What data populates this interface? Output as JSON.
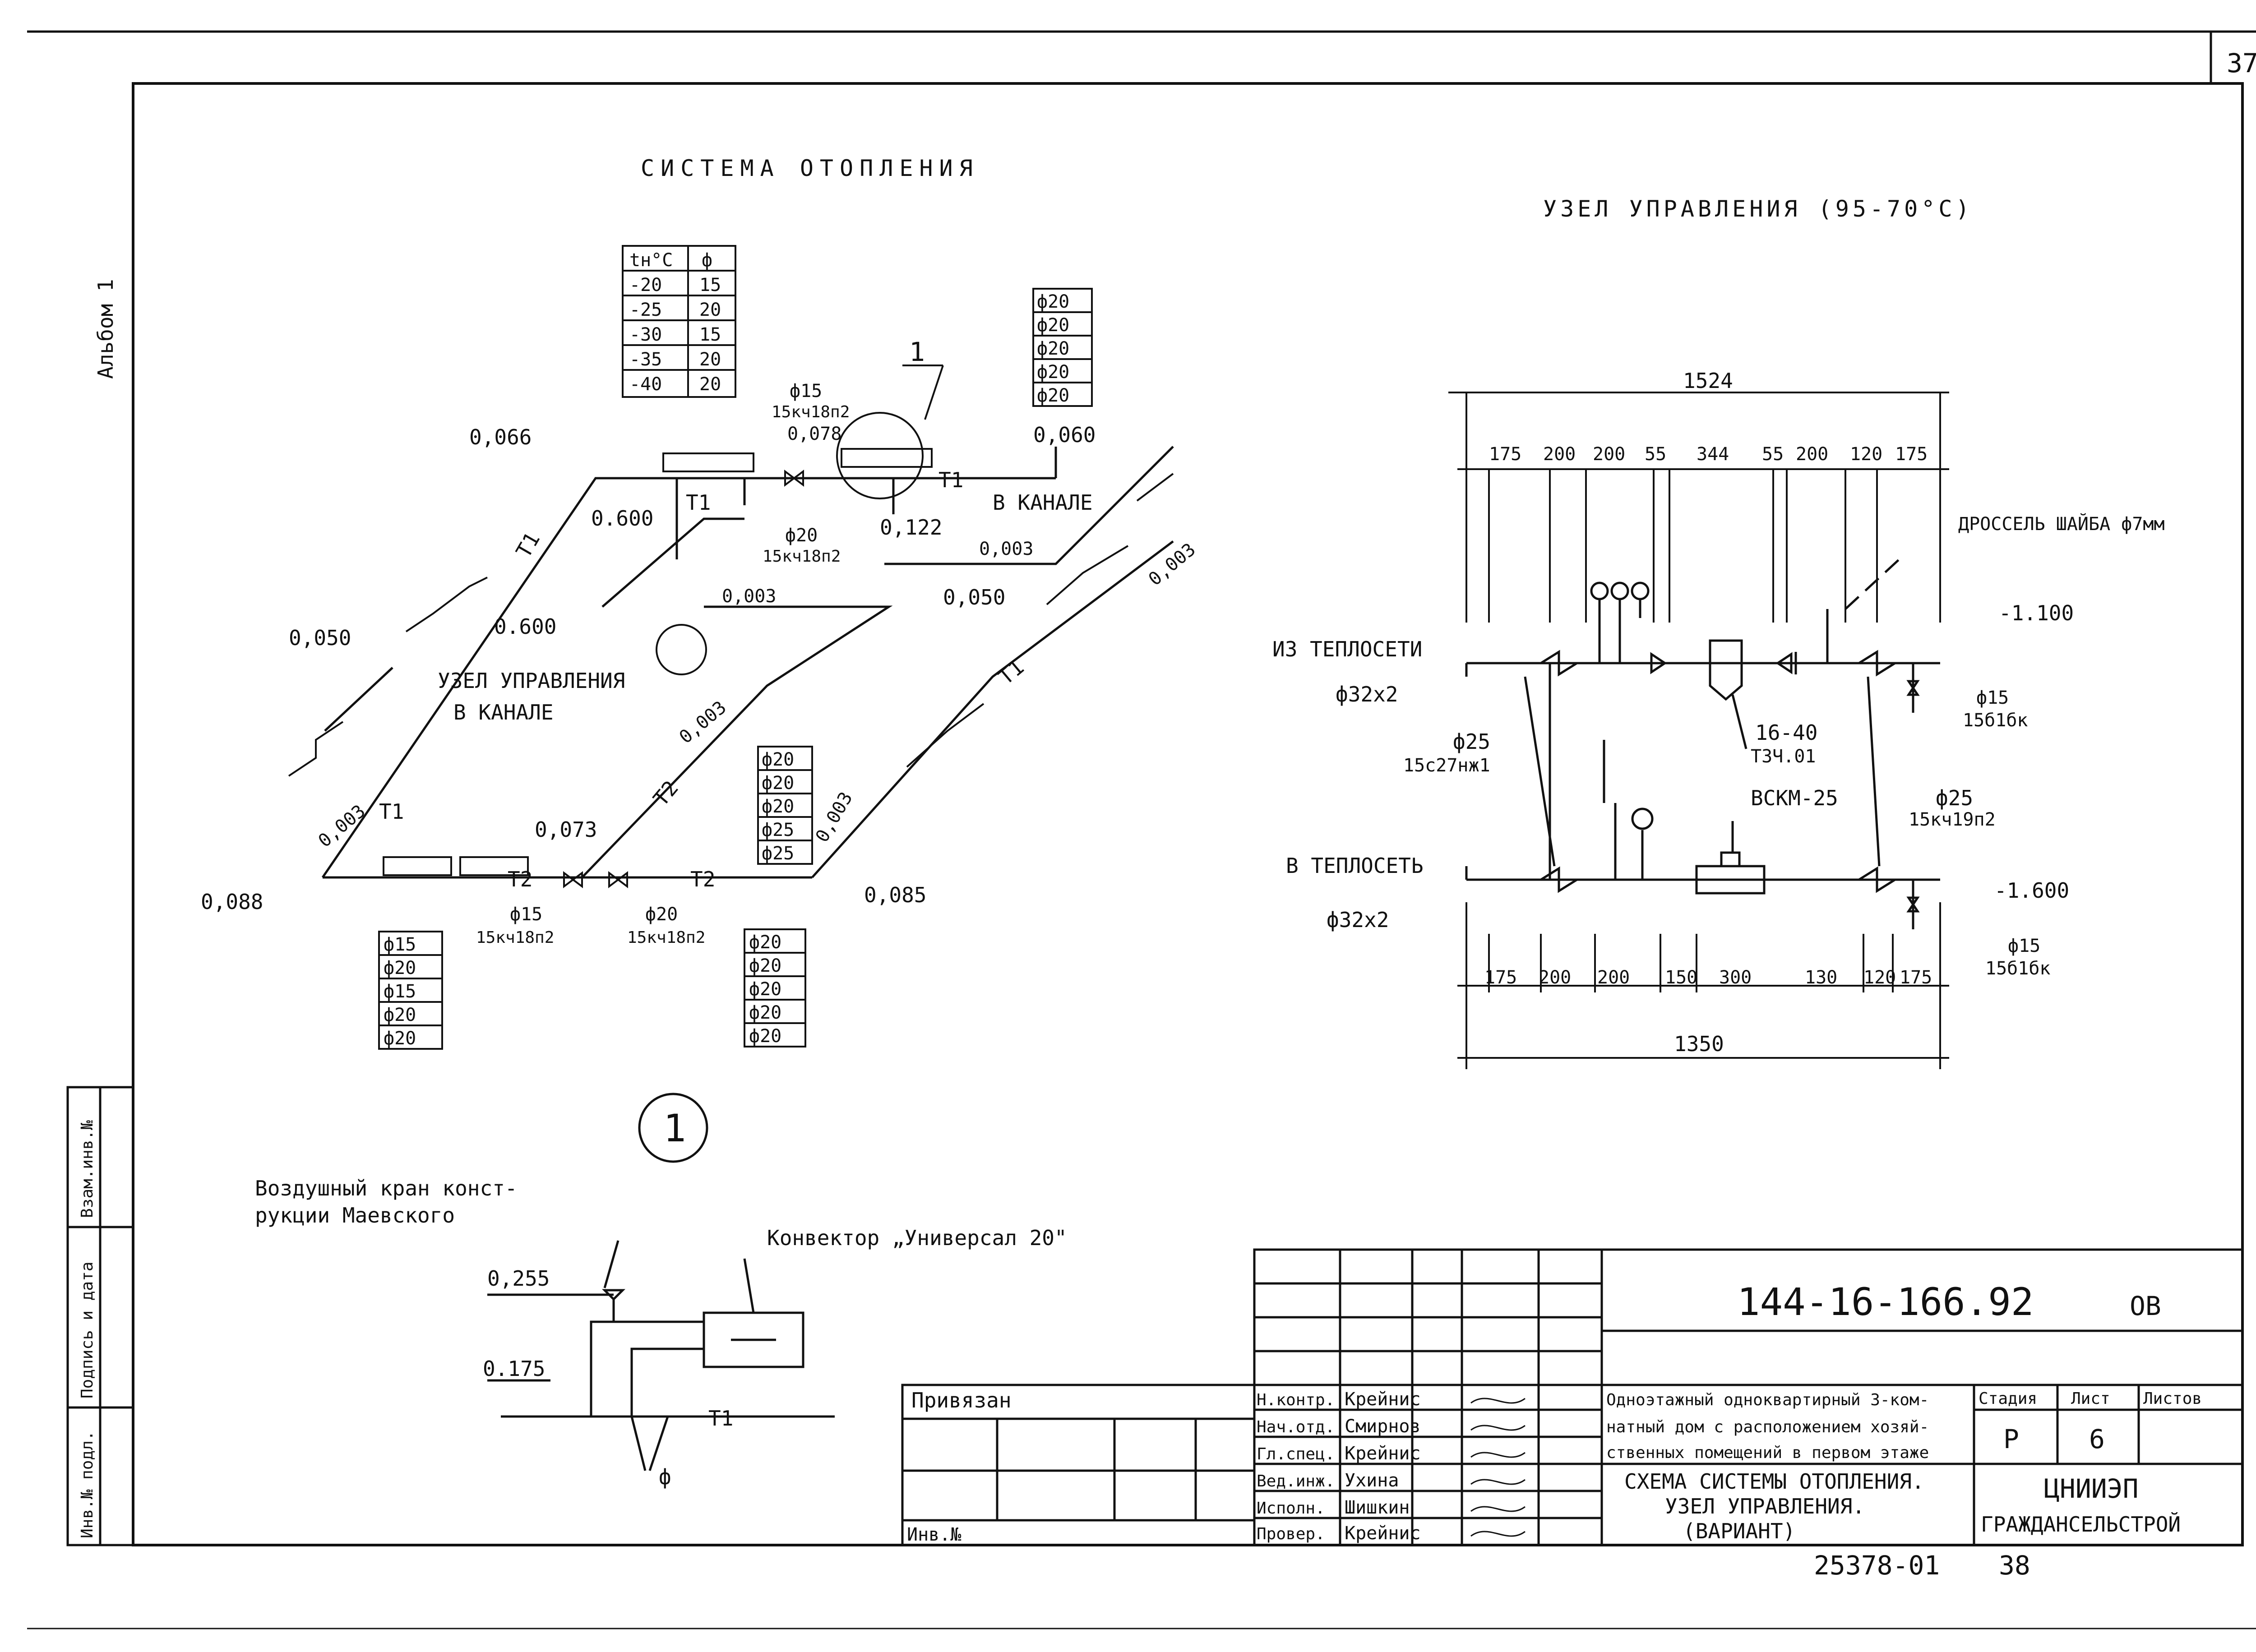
{
  "sheet_number": "37",
  "album": "Альбом 1",
  "heating": {
    "title": "СИСТЕМА ОТОПЛЕНИЯ",
    "temp_table": {
      "headers": [
        "tн°С",
        "ф"
      ],
      "rows": [
        [
          "-20",
          "15"
        ],
        [
          "-25",
          "20"
        ],
        [
          "-30",
          "15"
        ],
        [
          "-35",
          "20"
        ],
        [
          "-40",
          "20"
        ]
      ]
    },
    "riser_tables": {
      "top_right": [
        "ф20",
        "ф20",
        "ф20",
        "ф20",
        "ф20"
      ],
      "middle": [
        "ф20",
        "ф20",
        "ф20",
        "ф25",
        "ф25"
      ],
      "bottom_left": [
        "ф15",
        "ф20",
        "ф15",
        "ф20",
        "ф20"
      ],
      "bottom_right": [
        "ф20",
        "ф20",
        "ф20",
        "ф20",
        "ф20"
      ]
    },
    "elevations": {
      "e066": "0,066",
      "e060": "0,060",
      "e600a": "0.600",
      "e600b": "0.600",
      "e122": "0,122",
      "e050a": "0,050",
      "e050b": "0,050",
      "e088": "0,088",
      "e085": "0,085",
      "e073": "0,073",
      "e078": "0,078"
    },
    "slopes": {
      "s1": "0,003",
      "s2": "0,003",
      "s3": "0,003",
      "s4": "0,003",
      "s5": "0,003",
      "s6": "0,003"
    },
    "pipes": {
      "t1": "Т1",
      "t2": "Т2"
    },
    "valve_labels": {
      "v1_d": "ф15",
      "v1_code": "15кч18п2",
      "v2_d": "ф20",
      "v2_code": "15кч18п2",
      "v3_d": "ф15",
      "v3_code": "15кч18п2",
      "v4_d": "ф20",
      "v4_code": "15кч18п2"
    },
    "notes": {
      "control_unit": "УЗЕЛ УПРАВЛЕНИЯ",
      "in_channel": "В КАНАЛЕ",
      "callout": "1"
    },
    "marker": "1"
  },
  "control_unit": {
    "title": "УЗЕЛ УПРАВЛЕНИЯ (95-70°С)",
    "top_total": "1524",
    "top_dims": [
      "175",
      "200",
      "200",
      "55",
      "344",
      "55",
      "200",
      "120",
      "175"
    ],
    "bottom_total": "1350",
    "bottom_dims": [
      "175",
      "200",
      "200",
      "150",
      "300",
      "130",
      "120",
      "175"
    ],
    "from_network": "ИЗ ТЕПЛОСЕТИ",
    "to_network": "В ТЕПЛОСЕТЬ",
    "pipe_top": "ф32х2",
    "pipe_bottom": "ф32х2",
    "throttle": "ДРОССЕЛЬ ШАЙБА ф7мм",
    "valve_left_d": "ф25",
    "valve_left_code": "15с27нж1",
    "valve_right_d": "ф25",
    "valve_right_code": "15кч19п2",
    "filter": "16-40",
    "filter_code": "ТЗЧ.01",
    "meter": "ВСКМ-25",
    "drain_top_d": "ф15",
    "drain_top_code": "15б1бк",
    "drain_bottom_d": "ф15",
    "drain_bottom_code": "15б1бк",
    "elev_top": "-1.100",
    "elev_bottom": "-1.600"
  },
  "detail": {
    "air_valve": "Воздушный кран конст-",
    "air_valve2": "рукции Маевского",
    "convector": "Конвектор „Универсал 20\"",
    "elev1": "0,255",
    "elev2": "0.175",
    "pipe": "Т1",
    "d": "ф"
  },
  "stamp": {
    "doc_code": "144-16-166.92",
    "mark": "ОВ",
    "attached": "Привязан",
    "inv_label": "Инв.№",
    "roles": [
      {
        "role": "Н.контр.",
        "name": "Крейнис"
      },
      {
        "role": "Нач.отд.",
        "name": "Смирнов"
      },
      {
        "role": "Гл.спец.",
        "name": "Крейнис"
      },
      {
        "role": "Вед.инж.",
        "name": "Ухина"
      },
      {
        "role": "Исполн.",
        "name": "Шишкин"
      },
      {
        "role": "Провер.",
        "name": "Крейнис"
      }
    ],
    "project_1": "Одноэтажный одноквартирный 3-ком-",
    "project_2": "натный дом с расположением хозяй-",
    "project_3": "ственных помещений в первом этаже",
    "sheet_title_1": "СХЕМА СИСТЕМЫ ОТОПЛЕНИЯ.",
    "sheet_title_2": "УЗЕЛ УПРАВЛЕНИЯ.",
    "sheet_title_3": "(ВАРИАНТ)",
    "stage_h": "Стадия",
    "sheet_h": "Лист",
    "sheets_h": "Листов",
    "stage": "Р",
    "sheet": "6",
    "org1": "ЦНИИЭП",
    "org2": "ГРАЖДАНСЕЛЬСТРОЙ",
    "side_labels": [
      "Инв.№ подл.",
      "Подпись и дата",
      "Взам.инв.№"
    ]
  },
  "bottom_code": "25378-01",
  "bottom_page": "38"
}
